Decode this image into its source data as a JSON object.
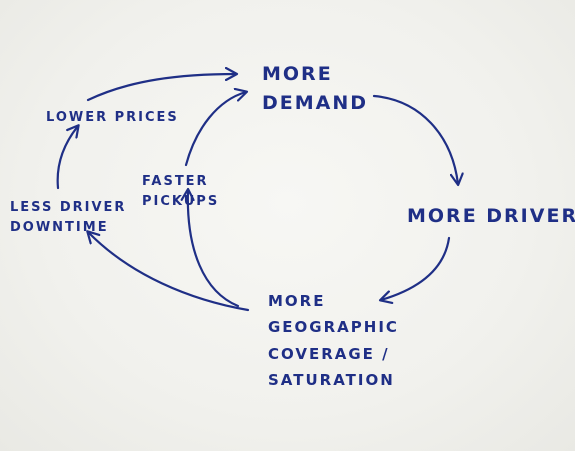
{
  "nodes": {
    "more_demand": [
      "MORE",
      "DEMAND"
    ],
    "more_drivers": [
      "MORE DRIVERS"
    ],
    "coverage": [
      "MORE",
      "GEOGRAPHIC",
      "COVERAGE /",
      "SATURATION"
    ],
    "faster_pickups": [
      "FASTER",
      "PICKUPS"
    ],
    "less_downtime": [
      "LESS DRIVER",
      "DOWNTIME"
    ],
    "lower_prices": [
      "LOWER PRICES"
    ]
  },
  "colors": {
    "ink": "#1f2f86",
    "paper": "#f3f3ef"
  }
}
